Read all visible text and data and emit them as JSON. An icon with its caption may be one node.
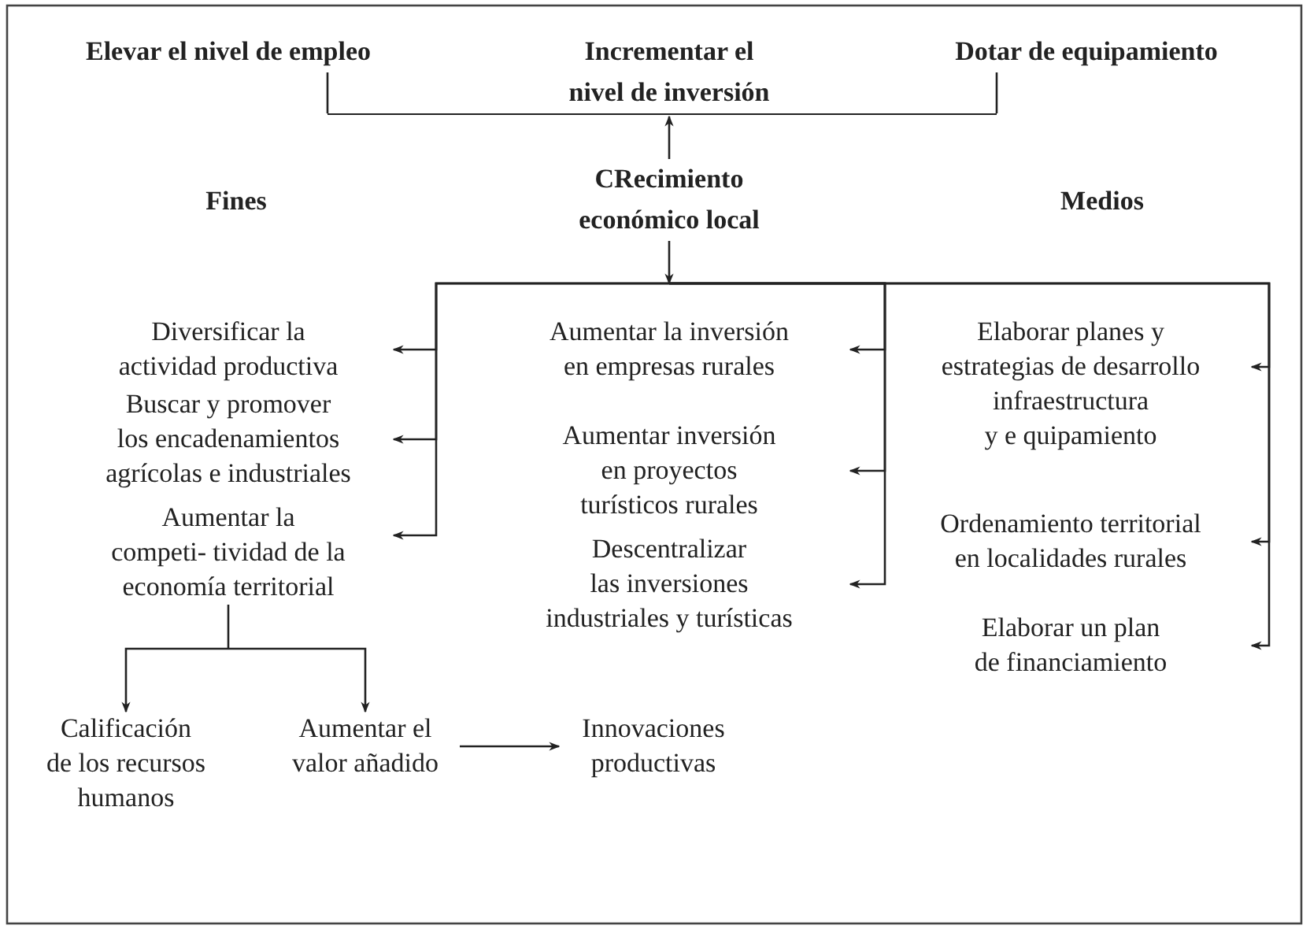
{
  "diagram": {
    "nodes": [
      {
        "text": [
          "Elevar el nivel de empleo"
        ]
      },
      {
        "text": [
          "Incrementar el nivel de inversión"
        ]
      },
      {
        "text": [
          "Dotar de equipamiento"
        ]
      },
      {
        "text": [
          "CRecimiento económico local"
        ]
      },
      {
        "text": [
          "Diversificar la actividad productiva"
        ]
      },
      {
        "text": [
          "Buscar y promover los encadenamientos agrícolas e industriales"
        ]
      },
      {
        "text": [
          "Aumentar la competi- tividad de la economía territorial"
        ]
      },
      {
        "text": [
          "Aumentar la inversión en empresas rurales"
        ]
      },
      {
        "text": [
          "Aumentar inversión en proyectos turísticos rurales"
        ]
      },
      {
        "text": [
          "Descentralizar las inversiones industriales y turísticas"
        ]
      },
      {
        "text": [
          "Elaborar planes y estrategias de desarrollo infraestructura y e quipamiento"
        ]
      },
      {
        "text": [
          "Ordenamiento territorial en localidades rurales"
        ]
      },
      {
        "text": [
          "Elaborar un plan de financiamiento"
        ]
      },
      {
        "text": [
          "Calificación de los recursos humanos"
        ]
      },
      {
        "text": [
          "Aumentar el valor añadido"
        ]
      },
      {
        "text": [
          "Innovaciones productivas"
        ]
      },
      {
        "text": [],
        "shape": "bar"
      }
    ],
    "edges": [
      {
        "from": 3,
        "to": 16,
        "arrow": "to"
      },
      {
        "from": 16,
        "to": 0,
        "arrow": "none"
      },
      {
        "from": 16,
        "to": 2,
        "arrow": "none"
      },
      {
        "from": 3,
        "to": 4,
        "arrow": "to"
      },
      {
        "from": 3,
        "to": 5,
        "arrow": "to"
      },
      {
        "from": 3,
        "to": 6,
        "arrow": "to"
      },
      {
        "from": 3,
        "to": 7,
        "arrow": "to"
      },
      {
        "from": 3,
        "to": 8,
        "arrow": "to"
      },
      {
        "from": 3,
        "to": 9,
        "arrow": "to"
      },
      {
        "from": 3,
        "to": 10,
        "arrow": "to"
      },
      {
        "from": 3,
        "to": 11,
        "arrow": "to"
      },
      {
        "from": 3,
        "to": 12,
        "arrow": "to"
      },
      {
        "from": 6,
        "to": 13,
        "arrow": "to"
      },
      {
        "from": 6,
        "to": 14,
        "arrow": "to"
      },
      {
        "from": 14,
        "to": 15,
        "arrow": "to"
      }
    ],
    "labels": [
      "Fines",
      "Medios"
    ]
  }
}
